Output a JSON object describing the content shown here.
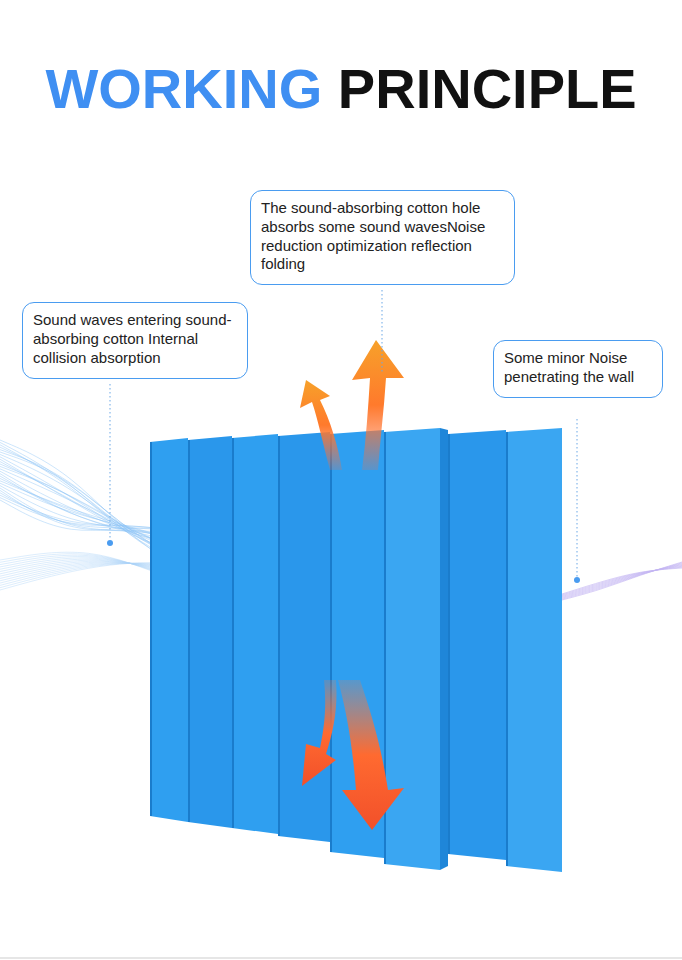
{
  "diagram": {
    "title": "WORKING PRINCIPLE",
    "nodes": [
      {
        "text": [
          "The sound-absorbing cotton hole absorbs some sound wavesNoise reduction optimization reflection folding"
        ]
      },
      {
        "text": [
          "Sound waves entering sound-absorbing cotton Internal collision absorption"
        ]
      },
      {
        "text": [
          "Some minor Noise penetrating the wall"
        ]
      }
    ]
  }
}
